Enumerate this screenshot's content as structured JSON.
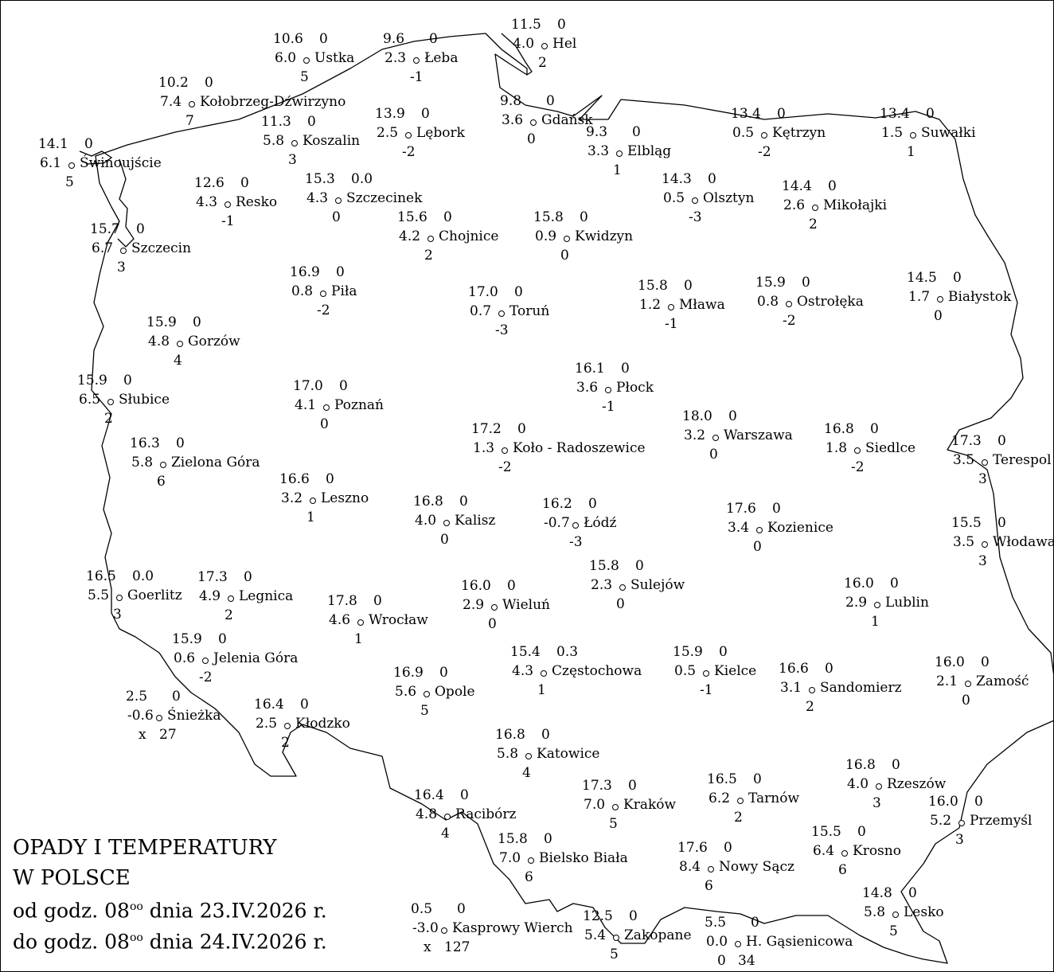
{
  "legend": {
    "title_line1": "OPADY I TEMPERATURY",
    "title_line2": "W POLSCE",
    "from_prefix": "od godz. 08",
    "from_sup": "oo",
    "from_suffix": " dnia 23.IV.2026 r.",
    "to_prefix": "do godz. 08",
    "to_sup": "oo",
    "to_suffix": " dnia 24.IV.2026 r."
  },
  "stations": [
    {
      "id": "hel",
      "name": "Hel",
      "tmax": "11.5",
      "precip": "0",
      "tmin": "4.0",
      "tground": "2"
    },
    {
      "id": "ustka",
      "name": "Ustka",
      "tmax": "10.6",
      "precip": "0",
      "tmin": "6.0",
      "tground": "5"
    },
    {
      "id": "leba",
      "name": "Łeba",
      "tmax": "9.6",
      "precip": "0",
      "tmin": "2.3",
      "tground": "-1"
    },
    {
      "id": "kolobrzeg",
      "name": "Kołobrzeg-Dźwirzyno",
      "tmax": "10.2",
      "precip": "0",
      "tmin": "7.4",
      "tground": "7"
    },
    {
      "id": "lebork",
      "name": "Lębork",
      "tmax": "13.9",
      "precip": "0",
      "tmin": "2.5",
      "tground": "-2"
    },
    {
      "id": "gdansk",
      "name": "Gdańsk",
      "tmax": "9.8",
      "precip": "0",
      "tmin": "3.6",
      "tground": "0"
    },
    {
      "id": "elblag",
      "name": "Elbląg",
      "tmax": "9.3",
      "precip": "0",
      "tmin": "3.3",
      "tground": "1"
    },
    {
      "id": "ketrzyn",
      "name": "Kętrzyn",
      "tmax": "13.4",
      "precip": "0",
      "tmin": "0.5",
      "tground": "-2"
    },
    {
      "id": "suwalki",
      "name": "Suwałki",
      "tmax": "13.4",
      "precip": "0",
      "tmin": "1.5",
      "tground": "1"
    },
    {
      "id": "koszalin",
      "name": "Koszalin",
      "tmax": "11.3",
      "precip": "0",
      "tmin": "5.8",
      "tground": "3"
    },
    {
      "id": "swinoujscie",
      "name": "Świnoujście",
      "tmax": "14.1",
      "precip": "0",
      "tmin": "6.1",
      "tground": "5"
    },
    {
      "id": "resko",
      "name": "Resko",
      "tmax": "12.6",
      "precip": "0",
      "tmin": "4.3",
      "tground": "-1"
    },
    {
      "id": "szczecinek",
      "name": "Szczecinek",
      "tmax": "15.3",
      "precip": "0.0",
      "tmin": "4.3",
      "tground": "0"
    },
    {
      "id": "olsztyn",
      "name": "Olsztyn",
      "tmax": "14.3",
      "precip": "0",
      "tmin": "0.5",
      "tground": "-3"
    },
    {
      "id": "mikolajki",
      "name": "Mikołajki",
      "tmax": "14.4",
      "precip": "0",
      "tmin": "2.6",
      "tground": "2"
    },
    {
      "id": "szczecin",
      "name": "Szczecin",
      "tmax": "15.7",
      "precip": "0",
      "tmin": "6.7",
      "tground": "3"
    },
    {
      "id": "chojnice",
      "name": "Chojnice",
      "tmax": "15.6",
      "precip": "0",
      "tmin": "4.2",
      "tground": "2"
    },
    {
      "id": "kwidzyn",
      "name": "Kwidzyn",
      "tmax": "15.8",
      "precip": "0",
      "tmin": "0.9",
      "tground": "0"
    },
    {
      "id": "pila",
      "name": "Piła",
      "tmax": "16.9",
      "precip": "0",
      "tmin": "0.8",
      "tground": "-2"
    },
    {
      "id": "torun",
      "name": "Toruń",
      "tmax": "17.0",
      "precip": "0",
      "tmin": "0.7",
      "tground": "-3"
    },
    {
      "id": "mlawa",
      "name": "Mława",
      "tmax": "15.8",
      "precip": "0",
      "tmin": "1.2",
      "tground": "-1"
    },
    {
      "id": "ostroleka",
      "name": "Ostrołęka",
      "tmax": "15.9",
      "precip": "0",
      "tmin": "0.8",
      "tground": "-2"
    },
    {
      "id": "bialystok",
      "name": "Białystok",
      "tmax": "14.5",
      "precip": "0",
      "tmin": "1.7",
      "tground": "0"
    },
    {
      "id": "gorzow",
      "name": "Gorzów",
      "tmax": "15.9",
      "precip": "0",
      "tmin": "4.8",
      "tground": "4"
    },
    {
      "id": "plock",
      "name": "Płock",
      "tmax": "16.1",
      "precip": "0",
      "tmin": "3.6",
      "tground": "-1"
    },
    {
      "id": "slubice",
      "name": "Słubice",
      "tmax": "15.9",
      "precip": "0",
      "tmin": "6.5",
      "tground": "2"
    },
    {
      "id": "poznan",
      "name": "Poznań",
      "tmax": "17.0",
      "precip": "0",
      "tmin": "4.1",
      "tground": "0"
    },
    {
      "id": "warszawa",
      "name": "Warszawa",
      "tmax": "18.0",
      "precip": "0",
      "tmin": "3.2",
      "tground": "0"
    },
    {
      "id": "kolo",
      "name": "Koło - Radoszewice",
      "tmax": "17.2",
      "precip": "0",
      "tmin": "1.3",
      "tground": "-2"
    },
    {
      "id": "siedlce",
      "name": "Siedlce",
      "tmax": "16.8",
      "precip": "0",
      "tmin": "1.8",
      "tground": "-2"
    },
    {
      "id": "terespol",
      "name": "Terespol",
      "tmax": "17.3",
      "precip": "0",
      "tmin": "3.5",
      "tground": "3"
    },
    {
      "id": "zielona-gora",
      "name": "Zielona Góra",
      "tmax": "16.3",
      "precip": "0",
      "tmin": "5.8",
      "tground": "6"
    },
    {
      "id": "leszno",
      "name": "Leszno",
      "tmax": "16.6",
      "precip": "0",
      "tmin": "3.2",
      "tground": "1"
    },
    {
      "id": "kalisz",
      "name": "Kalisz",
      "tmax": "16.8",
      "precip": "0",
      "tmin": "4.0",
      "tground": "0"
    },
    {
      "id": "lodz",
      "name": "Łódź",
      "tmax": "16.2",
      "precip": "0",
      "tmin": "-0.7",
      "tground": "-3"
    },
    {
      "id": "kozienice",
      "name": "Kozienice",
      "tmax": "17.6",
      "precip": "0",
      "tmin": "3.4",
      "tground": "0"
    },
    {
      "id": "wlodawa",
      "name": "Włodawa",
      "tmax": "15.5",
      "precip": "0",
      "tmin": "3.5",
      "tground": "3"
    },
    {
      "id": "goerlitz",
      "name": "Goerlitz",
      "tmax": "16.5",
      "precip": "0.0",
      "tmin": "5.5",
      "tground": "3"
    },
    {
      "id": "legnica",
      "name": "Legnica",
      "tmax": "17.3",
      "precip": "0",
      "tmin": "4.9",
      "tground": "2"
    },
    {
      "id": "sulejow",
      "name": "Sulejów",
      "tmax": "15.8",
      "precip": "0",
      "tmin": "2.3",
      "tground": "0"
    },
    {
      "id": "wielun",
      "name": "Wieluń",
      "tmax": "16.0",
      "precip": "0",
      "tmin": "2.9",
      "tground": "0"
    },
    {
      "id": "wroclaw",
      "name": "Wrocław",
      "tmax": "17.8",
      "precip": "0",
      "tmin": "4.6",
      "tground": "1"
    },
    {
      "id": "lublin",
      "name": "Lublin",
      "tmax": "16.0",
      "precip": "0",
      "tmin": "2.9",
      "tground": "1"
    },
    {
      "id": "jelenia-gora",
      "name": "Jelenia Góra",
      "tmax": "15.9",
      "precip": "0",
      "tmin": "0.6",
      "tground": "-2"
    },
    {
      "id": "czestochowa",
      "name": "Częstochowa",
      "tmax": "15.4",
      "precip": "0.3",
      "tmin": "4.3",
      "tground": "1"
    },
    {
      "id": "kielce",
      "name": "Kielce",
      "tmax": "15.9",
      "precip": "0",
      "tmin": "0.5",
      "tground": "-1"
    },
    {
      "id": "sandomierz",
      "name": "Sandomierz",
      "tmax": "16.6",
      "precip": "0",
      "tmin": "3.1",
      "tground": "2"
    },
    {
      "id": "zamosc",
      "name": "Zamość",
      "tmax": "16.0",
      "precip": "0",
      "tmin": "2.1",
      "tground": "0"
    },
    {
      "id": "opole",
      "name": "Opole",
      "tmax": "16.9",
      "precip": "0",
      "tmin": "5.6",
      "tground": "5"
    },
    {
      "id": "sniezka",
      "name": "Śnieżka",
      "tmax": "2.5",
      "precip": "0",
      "tmin": "-0.6",
      "tground": "x",
      "snow": "27"
    },
    {
      "id": "klodzko",
      "name": "Kłodzko",
      "tmax": "16.4",
      "precip": "0",
      "tmin": "2.5",
      "tground": "2"
    },
    {
      "id": "katowice",
      "name": "Katowice",
      "tmax": "16.8",
      "precip": "0",
      "tmin": "5.8",
      "tground": "4"
    },
    {
      "id": "rzeszow",
      "name": "Rzeszów",
      "tmax": "16.8",
      "precip": "0",
      "tmin": "4.0",
      "tground": "3"
    },
    {
      "id": "krakow",
      "name": "Kraków",
      "tmax": "17.3",
      "precip": "0",
      "tmin": "7.0",
      "tground": "5"
    },
    {
      "id": "tarnow",
      "name": "Tarnów",
      "tmax": "16.5",
      "precip": "0",
      "tmin": "6.2",
      "tground": "2"
    },
    {
      "id": "przemysl",
      "name": "Przemyśl",
      "tmax": "16.0",
      "precip": "0",
      "tmin": "5.2",
      "tground": "3"
    },
    {
      "id": "raciborz",
      "name": "Racibórz",
      "tmax": "16.4",
      "precip": "0",
      "tmin": "4.8",
      "tground": "4"
    },
    {
      "id": "krosno",
      "name": "Krosno",
      "tmax": "15.5",
      "precip": "0",
      "tmin": "6.4",
      "tground": "6"
    },
    {
      "id": "bielsko",
      "name": "Bielsko Biała",
      "tmax": "15.8",
      "precip": "0",
      "tmin": "7.0",
      "tground": "6"
    },
    {
      "id": "nowy-sacz",
      "name": "Nowy Sącz",
      "tmax": "17.6",
      "precip": "0",
      "tmin": "8.4",
      "tground": "6"
    },
    {
      "id": "lesko",
      "name": "Lesko",
      "tmax": "14.8",
      "precip": "0",
      "tmin": "5.8",
      "tground": "5"
    },
    {
      "id": "kasprowy",
      "name": "Kasprowy Wierch",
      "tmax": "0.5",
      "precip": "0",
      "tmin": "-3.0",
      "tground": "x",
      "snow": "127"
    },
    {
      "id": "zakopane",
      "name": "Zakopane",
      "tmax": "12.5",
      "precip": "0",
      "tmin": "5.4",
      "tground": "5"
    },
    {
      "id": "gasienicowa",
      "name": "H. Gąsienicowa",
      "tmax": "5.5",
      "precip": "0",
      "tmin": "0.0",
      "tground": "0",
      "snow": "34"
    }
  ]
}
